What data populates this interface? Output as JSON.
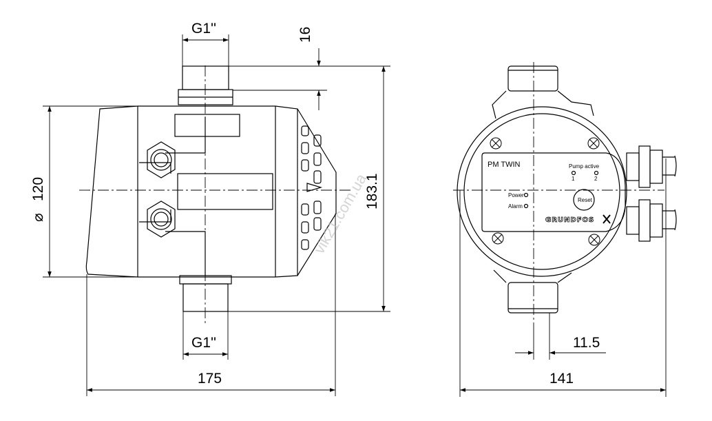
{
  "dimensions": {
    "thread_top": "G1''",
    "thread_bottom": "G1''",
    "top_offset": "16",
    "diameter": "120",
    "diameter_symbol": "⌀",
    "total_height": "183.1",
    "front_width": "175",
    "side_width": "141",
    "outlet_offset": "11.5"
  },
  "panel": {
    "model": "PM TWIN",
    "pump_active": "Pump active",
    "pump_1": "1",
    "pump_2": "2",
    "power": "Power",
    "alarm": "Alarm",
    "reset": "Reset",
    "brand": "GRUNDFOS"
  },
  "watermark": "vik21.com.ua"
}
